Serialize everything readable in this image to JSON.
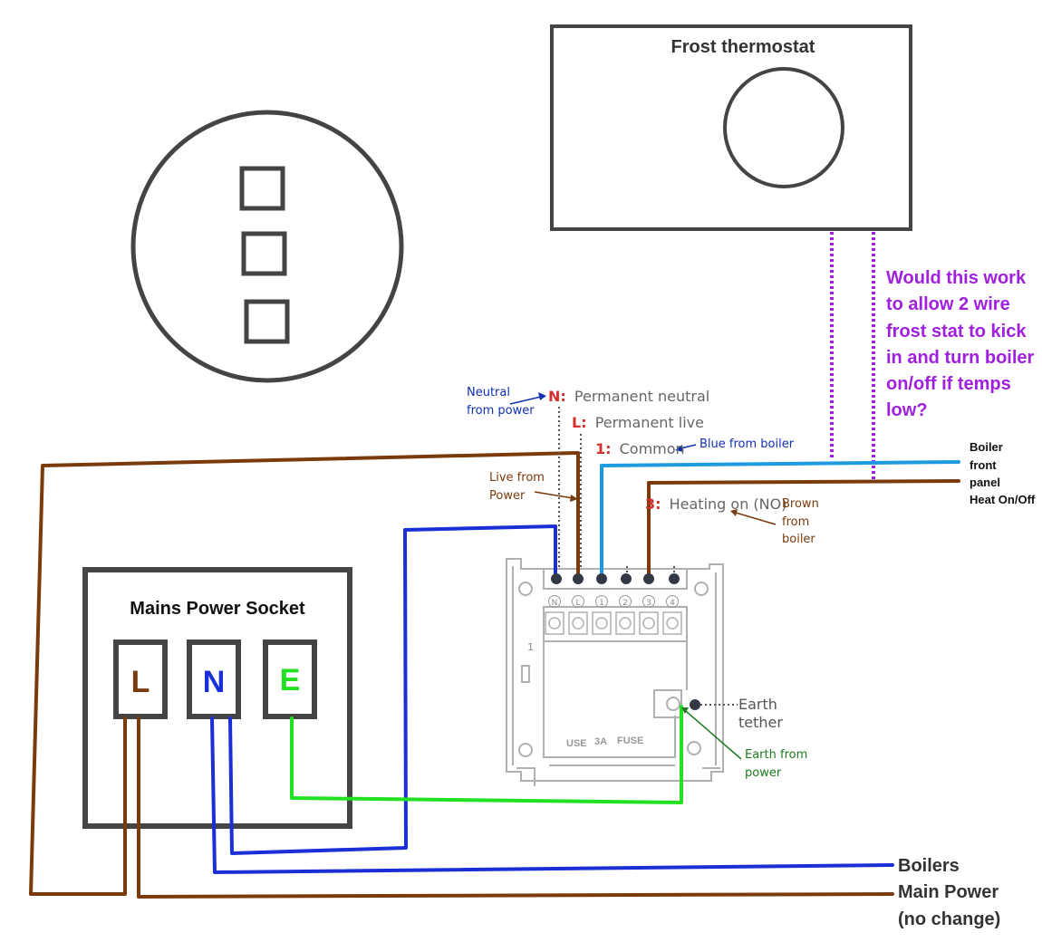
{
  "colors": {
    "brown": "#7a3b0c",
    "blue": "#1a2fd6",
    "light_blue": "#1e9be0",
    "green": "#22e022",
    "purple": "#a020e0",
    "red": "#d32f2f",
    "dark_green": "#1f7a1f",
    "dark_blue": "#1030b0",
    "outline": "#444444",
    "receiver_grey": "#b0b0b0"
  },
  "frost_thermostat": {
    "title": "Frost thermostat"
  },
  "question": {
    "lines": [
      "Would this work",
      "to allow 2 wire",
      "frost stat to kick",
      "in and turn boiler",
      "on/off if temps",
      "low?"
    ]
  },
  "terminals": {
    "n": {
      "code": "N:",
      "desc": "Permanent neutral"
    },
    "l": {
      "code": "L:",
      "desc": "Permanent live"
    },
    "one": {
      "code": "1:",
      "desc": "Common"
    },
    "three": {
      "code": "3:",
      "desc": "Heating on (NO)"
    }
  },
  "annotations": {
    "neutral_from_power": [
      "Neutral",
      "from power"
    ],
    "live_from_power": [
      "Live from",
      "Power"
    ],
    "blue_from_boiler": "Blue from boiler",
    "brown_from_boiler": [
      "Brown",
      "from",
      "boiler"
    ],
    "earth_tether": [
      "Earth",
      "tether"
    ],
    "earth_from_power": [
      "Earth from",
      "power"
    ]
  },
  "boiler_front_panel": [
    "Boiler",
    "front",
    "panel",
    "Heat On/Off"
  ],
  "boilers_main_power": [
    "Boilers",
    "Main Power",
    "(no change)"
  ],
  "mains_socket": {
    "title": "Mains Power Socket",
    "l": "L",
    "n": "N",
    "e": "E"
  },
  "receiver": {
    "terminal_symbols": [
      "N",
      "L",
      "1",
      "2",
      "3",
      "4"
    ],
    "side_label": "1",
    "fuse_labels": [
      "USE",
      "3A",
      "FUSE"
    ]
  }
}
